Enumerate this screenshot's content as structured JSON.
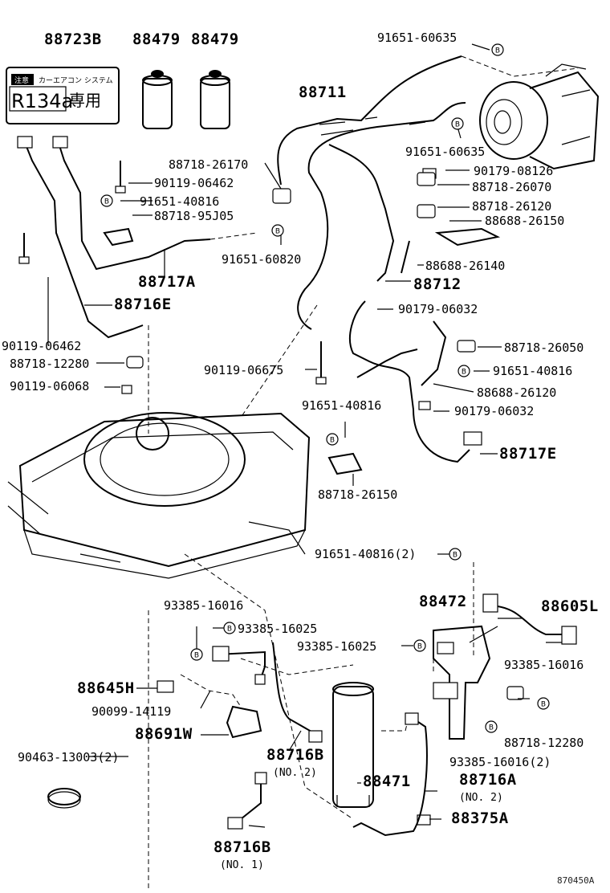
{
  "labels": {
    "p88723B": "88723B",
    "p88479a": "88479",
    "p88479b": "88479",
    "p91651_60635a": "91651-60635",
    "p88711": "88711",
    "p91651_60635b": "91651-60635",
    "p88718_26170": "88718-26170",
    "p90119_06462a": "90119-06462",
    "p91651_40816a": "91651-40816",
    "p88718_95J05": "88718-95J05",
    "p91651_60820": "91651-60820",
    "p88717A": "88717A",
    "p88716E": "88716E",
    "p90119_06462b": "90119-06462",
    "p88718_12280a": "88718-12280",
    "p90119_06068": "90119-06068",
    "p90179_08126": "90179-08126",
    "p88718_26070": "88718-26070",
    "p88718_26120": "88718-26120",
    "p88688_26150": "88688-26150",
    "p88688_26140": "88688-26140",
    "p88712": "88712",
    "p90179_06032a": "90179-06032",
    "p88718_26050": "88718-26050",
    "p91651_40816b": "91651-40816",
    "p88688_26120": "88688-26120",
    "p90119_06675": "90119-06675",
    "p91651_40816c": "91651-40816",
    "p90179_06032b": "90179-06032",
    "p88717E": "88717E",
    "p88718_26150": "88718-26150",
    "p91651_40816_2": "91651-40816(2)",
    "p93385_16016a": "93385-16016",
    "p93385_16025a": "93385-16025",
    "p88472": "88472",
    "p88605L": "88605L",
    "p93385_16025b": "93385-16025",
    "p93385_16016b": "93385-16016",
    "p88645H": "88645H",
    "p90099_14119": "90099-14119",
    "p88691W": "88691W",
    "p88718_12280b": "88718-12280",
    "p93385_16016_2": "93385-16016(2)",
    "p90463_13003": "90463-13003(2)",
    "p88716B_2": "88716B",
    "p88716B_2sub": "(NO. 2)",
    "p88471": "88471",
    "p88716A": "88716A",
    "p88716Asub": "(NO. 2)",
    "p88375A": "88375A",
    "p88716B_1": "88716B",
    "p88716B_1sub": "(NO. 1)",
    "code": "870450A"
  },
  "label_plate": {
    "top_badge": "注意",
    "top_text": "カーエアコン システム",
    "main_text": "R134a",
    "suffix_text": "専用"
  },
  "marker_symbol": "B"
}
